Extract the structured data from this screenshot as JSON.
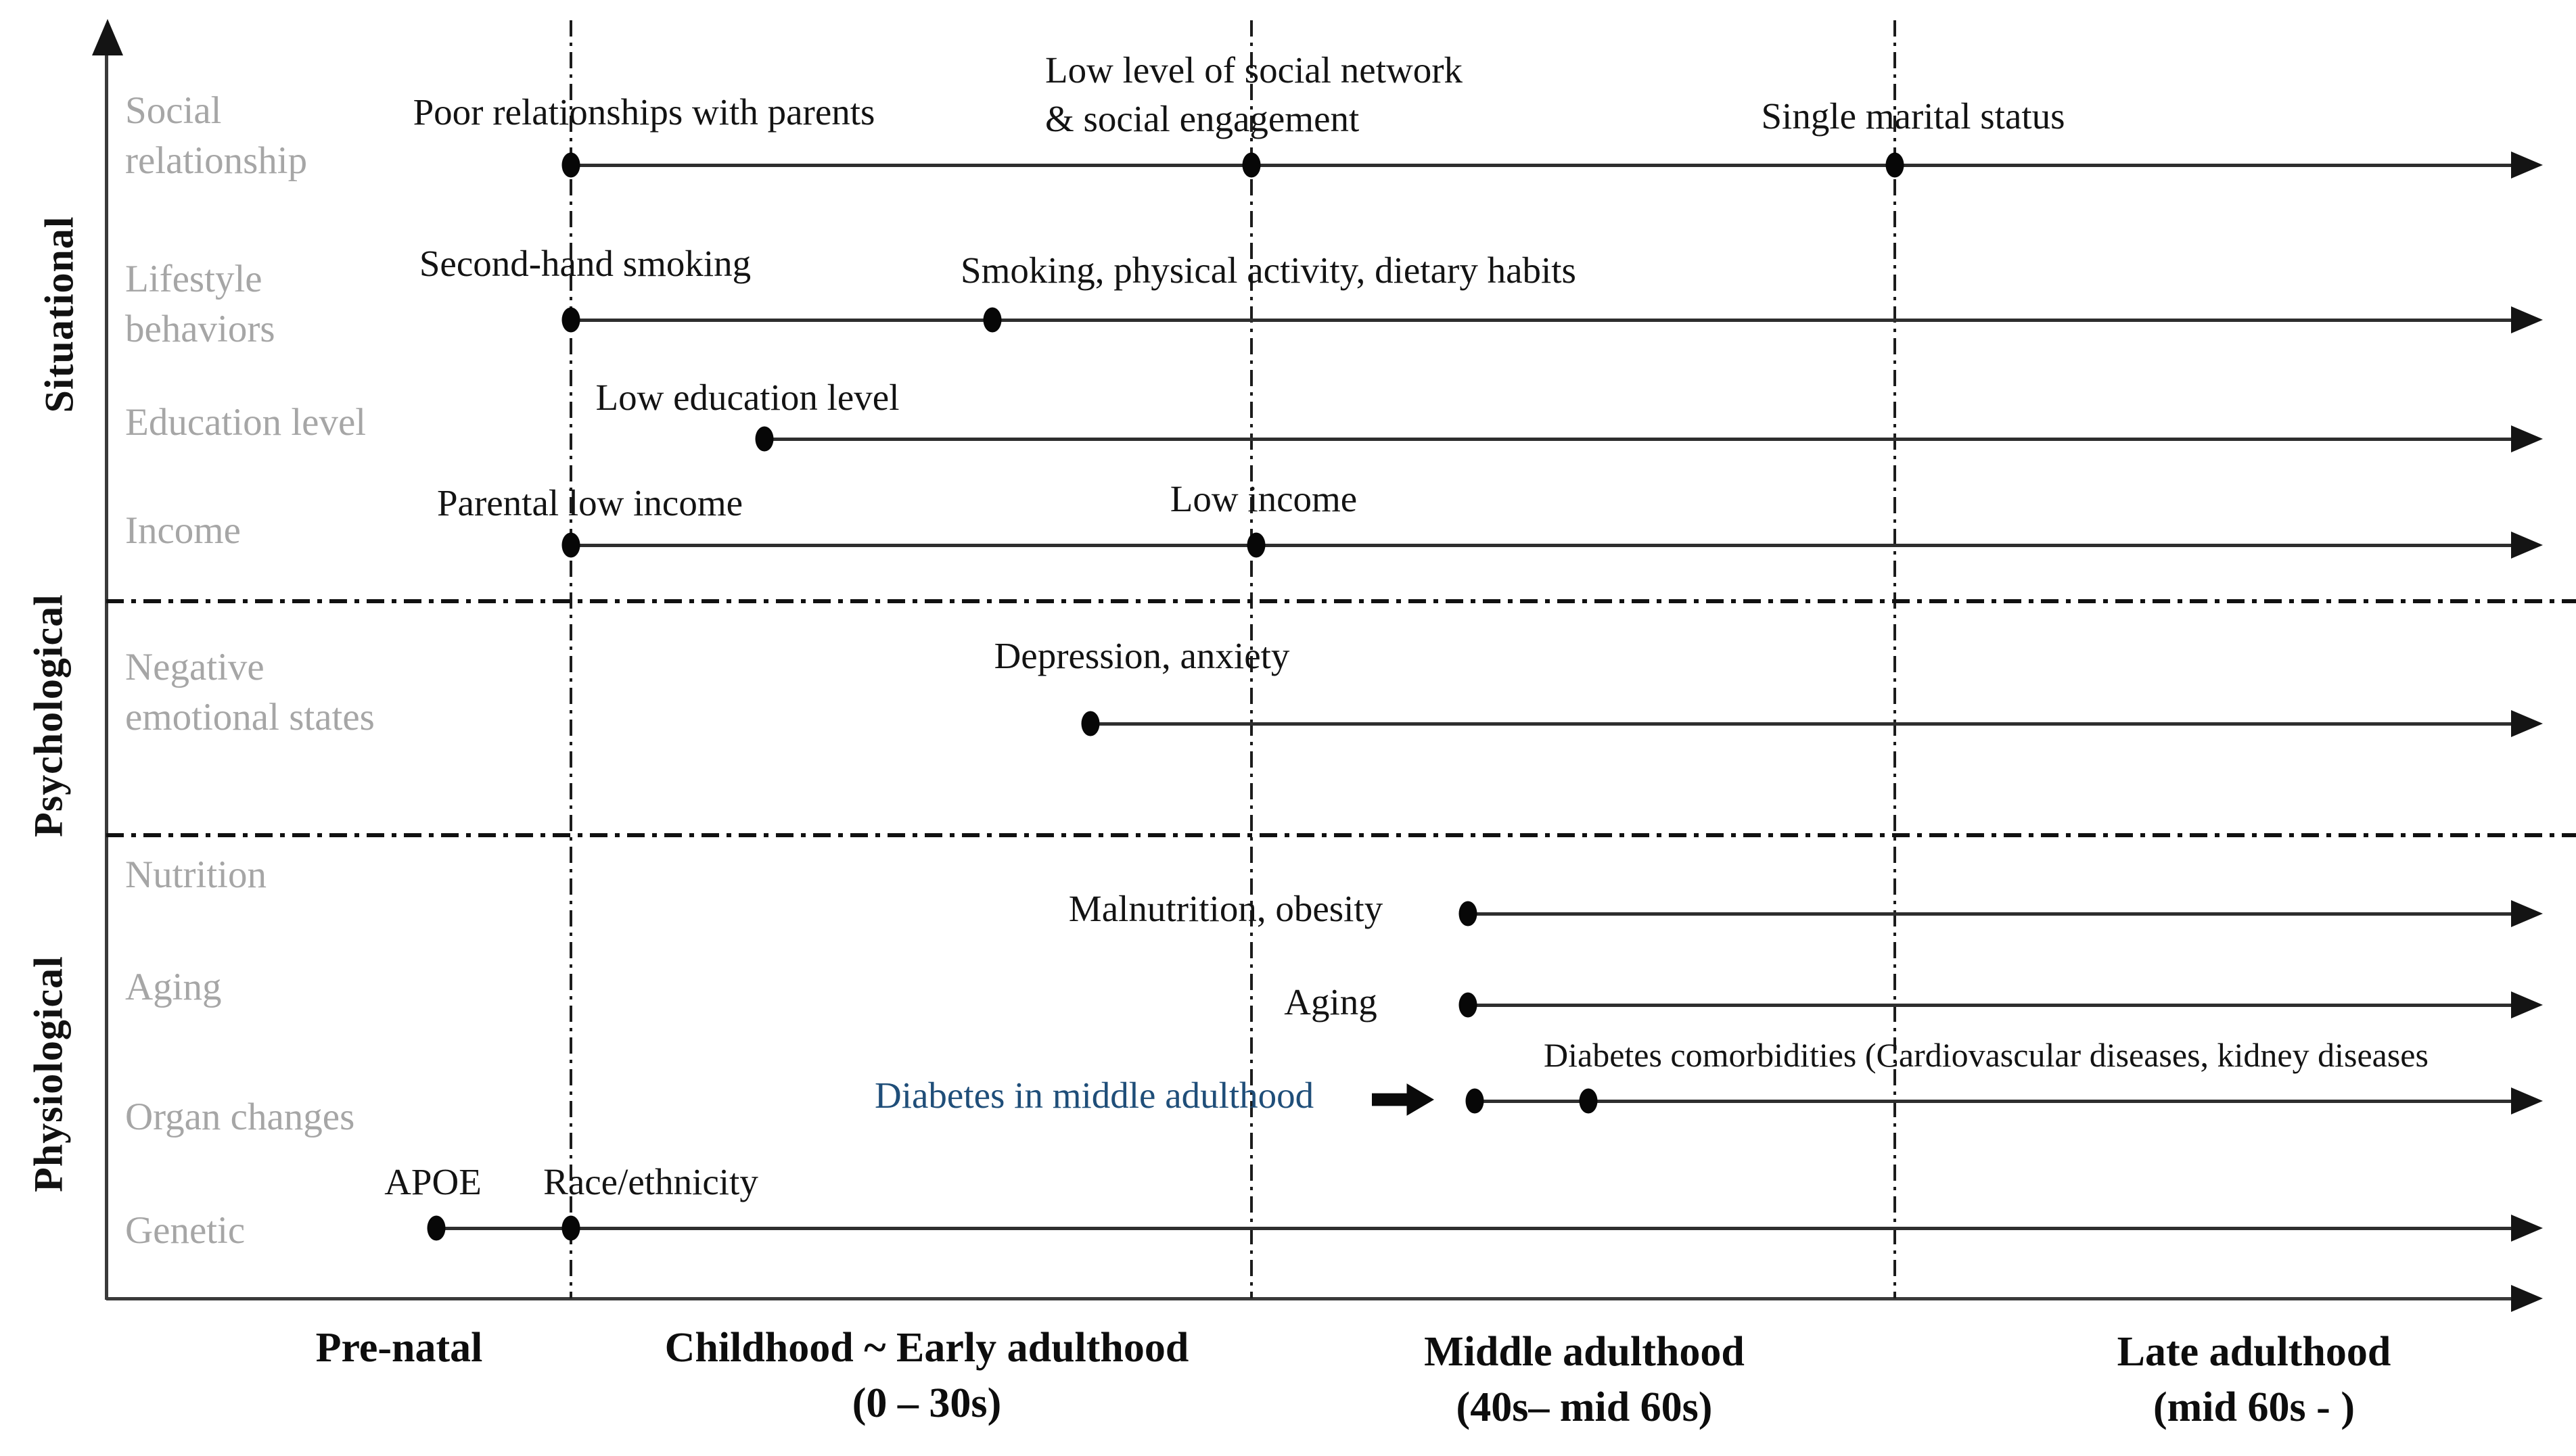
{
  "figure": {
    "sections": [
      {
        "label": "Situational"
      },
      {
        "label": "Psychological"
      },
      {
        "label": "Physiological"
      }
    ],
    "rows": [
      {
        "label": "Social\nrelationship",
        "events": {
          "e1": "Poor relationships with parents",
          "e2": "Low level of social network\n& social engagement",
          "e3": "Single marital status"
        }
      },
      {
        "label": "Lifestyle\nbehaviors",
        "events": {
          "e1": "Second-hand smoking",
          "e2": "Smoking, physical activity, dietary habits"
        }
      },
      {
        "label": "Education level",
        "events": {
          "e1": "Low education level"
        }
      },
      {
        "label": "Income",
        "events": {
          "e1": "Parental low income",
          "e2": "Low income"
        }
      },
      {
        "label": "Negative\nemotional states",
        "events": {
          "e1": "Depression, anxiety"
        }
      },
      {
        "label": "Nutrition",
        "events": {
          "e1": "Malnutrition, obesity"
        }
      },
      {
        "label": "Aging",
        "events": {
          "e1": "Aging"
        }
      },
      {
        "label": "Organ changes",
        "events": {
          "e1": "Diabetes in middle adulthood",
          "e2": "Diabetes comorbidities (Cardiovascular diseases, kidney diseases"
        }
      },
      {
        "label": "Genetic",
        "events": {
          "e1": "APOE",
          "e2": "Race/ethnicity"
        }
      }
    ],
    "timeline_stages": [
      {
        "line1": "Pre-natal",
        "line2": ""
      },
      {
        "line1": "Childhood ~ Early adulthood",
        "line2": "(0 – 30s)"
      },
      {
        "line1": "Middle adulthood",
        "line2": "(40s– mid 60s)"
      },
      {
        "line1": "Late adulthood",
        "line2": "(mid 60s - )"
      }
    ],
    "colors": {
      "highlight_text": "#1f4e79",
      "category_label": "#a6a6a6",
      "line": "#2e2e2e"
    }
  }
}
